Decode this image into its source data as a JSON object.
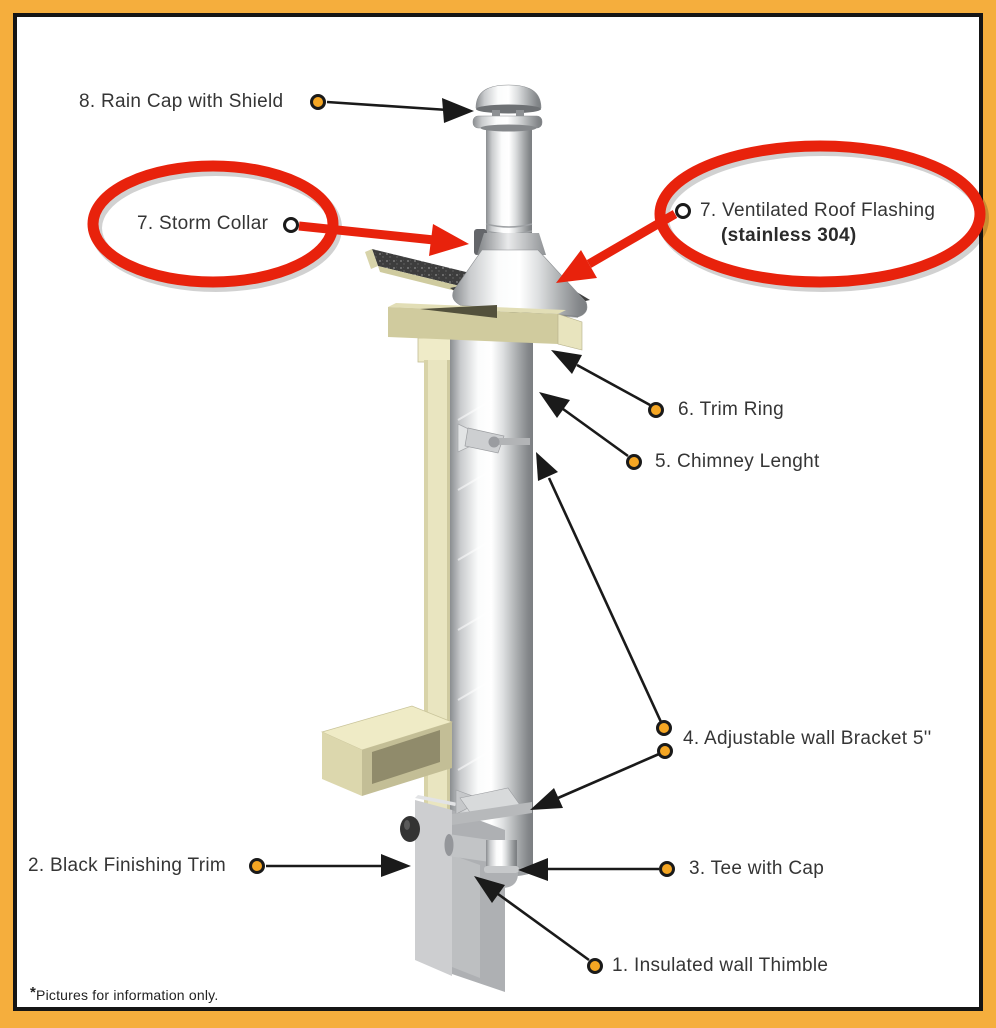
{
  "frame": {
    "outer_border_color": "#F5AE3D",
    "inner_border_color": "#151515",
    "background": "#FFFFFF"
  },
  "labels": {
    "rain_cap": "8. Rain Cap with Shield",
    "storm_collar": "7. Storm Collar",
    "roof_flashing_line1": "7. Ventilated Roof Flashing",
    "roof_flashing_line2": "(stainless 304)",
    "trim_ring": "6. Trim Ring",
    "chimney_length": "5. Chimney Lenght",
    "wall_bracket": "4. Adjustable wall Bracket 5''",
    "tee_cap": "3. Tee with Cap",
    "finishing_trim": "2. Black Finishing Trim",
    "wall_thimble": "1. Insulated wall Thimble"
  },
  "footnote": {
    "asterisk": "*",
    "text": "Pictures for information only."
  },
  "highlight": {
    "circle_color": "#E8220C",
    "circled_items": [
      "7. Storm Collar",
      "7. Ventilated Roof Flashing (stainless 304)"
    ]
  },
  "markers": {
    "bullet_fill": "#F5A623",
    "bullet_fill_circled": "#FFFFFF",
    "bullet_ring": "#1A1A1A",
    "arrow_color": "#1A1A1A"
  }
}
